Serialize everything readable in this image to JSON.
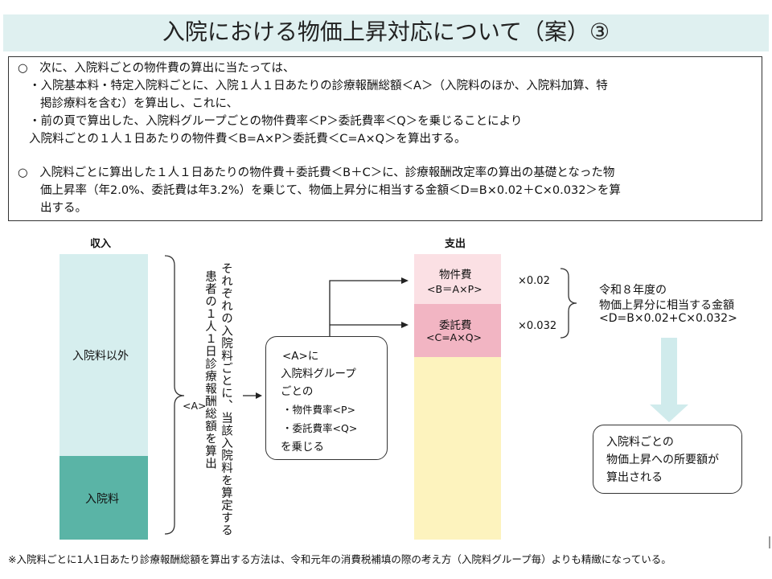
{
  "title": "入院における物価上昇対応について（案）③",
  "note": {
    "lines": [
      "○　次に、入院料ごとの物件費の算出に当たっては、",
      "・入院基本料・特定入院料ごとに、入院１人１日あたりの診療報酬総額＜A＞（入院料のほか、入院料加算、特",
      "掲診療料を含む）を算出し、これに、",
      "・前の頁で算出した、入院料グループごとの物件費率＜P＞委託費率＜Q＞を乗じることにより",
      "入院料ごとの１人１日あたりの物件費＜B=A×P＞委託費＜C=A×Q＞を算出する。",
      "○　入院料ごとに算出した１人１日あたりの物件費＋委託費＜B＋C＞に、診療報酬改定率の算出の基礎となった物",
      "価上昇率（年2.0%、委託費は年3.2%）を乗じて、物価上昇分に相当する金額＜D=B×0.02＋C×0.032＞を算",
      "出する。"
    ]
  },
  "diagram": {
    "income_label": "収入",
    "expense_label": "支出",
    "income_upper": "入院料以外",
    "income_lower": "入院料",
    "a_label": "<A>",
    "vertical_left": "患者の１人１日診療報酬総額を算出",
    "vertical_right": "それぞれの入院料ごとに、当該入院料を算定する",
    "group_box": [
      "<A>に",
      "入院料グループ",
      "ごとの",
      "・物件費率<P>",
      "・委託費率<Q>",
      "を乗じる"
    ],
    "expense_item1": [
      "物件費",
      "<B＝A×P>"
    ],
    "expense_item2": [
      "委託費",
      "<C=A×Q>"
    ],
    "rate1": "×0.02",
    "rate2": "×0.032",
    "result_text": [
      "令和８年度の",
      "物価上昇分に相当する金額",
      "<D=B×0.02+C×0.032>"
    ],
    "final_box": [
      "入院料ごとの",
      "物価上昇への所要額が",
      "算出される"
    ],
    "colors": {
      "income_upper": "#d6eeee",
      "income_lower": "#5ab4a6",
      "expense_item1": "#fbe0e4",
      "expense_item2": "#f2b5c3",
      "expense_rest": "#fdf3be",
      "down_arrow": "#d0ebec",
      "title_bar": "#dff0f0"
    }
  },
  "footnote": "※入院料ごとに1人1日あたり診療報酬総額を算出する方法は、令和元年の消費税補填の際の考え方（入院料グループ毎）よりも精緻になっている。"
}
